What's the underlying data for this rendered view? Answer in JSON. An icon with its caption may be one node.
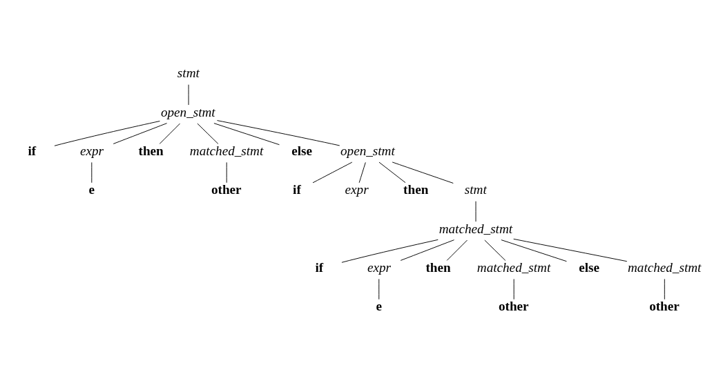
{
  "diagram": {
    "nodes": [
      {
        "text": [
          "stmt"
        ]
      },
      {
        "text": [
          "open_stmt"
        ]
      },
      {
        "text": [
          "if"
        ]
      },
      {
        "text": [
          "expr"
        ]
      },
      {
        "text": [
          "then"
        ]
      },
      {
        "text": [
          "matched_stmt"
        ]
      },
      {
        "text": [
          "else"
        ]
      },
      {
        "text": [
          "open_stmt"
        ]
      },
      {
        "text": [
          "e"
        ]
      },
      {
        "text": [
          "other"
        ]
      },
      {
        "text": [
          "if"
        ]
      },
      {
        "text": [
          "expr"
        ]
      },
      {
        "text": [
          "then"
        ]
      },
      {
        "text": [
          "stmt"
        ]
      },
      {
        "text": [
          "matched_stmt"
        ]
      },
      {
        "text": [
          "if"
        ]
      },
      {
        "text": [
          "expr"
        ]
      },
      {
        "text": [
          "then"
        ]
      },
      {
        "text": [
          "matched_stmt"
        ]
      },
      {
        "text": [
          "else"
        ]
      },
      {
        "text": [
          "matched_stmt"
        ]
      },
      {
        "text": [
          "e"
        ]
      },
      {
        "text": [
          "other"
        ]
      },
      {
        "text": [
          "other"
        ]
      }
    ],
    "edges": [
      {
        "from": 0,
        "to": 1,
        "arrow": "none"
      },
      {
        "from": 1,
        "to": 2,
        "arrow": "none"
      },
      {
        "from": 1,
        "to": 3,
        "arrow": "none"
      },
      {
        "from": 1,
        "to": 4,
        "arrow": "none"
      },
      {
        "from": 1,
        "to": 5,
        "arrow": "none"
      },
      {
        "from": 1,
        "to": 6,
        "arrow": "none"
      },
      {
        "from": 1,
        "to": 7,
        "arrow": "none"
      },
      {
        "from": 3,
        "to": 8,
        "arrow": "none"
      },
      {
        "from": 5,
        "to": 9,
        "arrow": "none"
      },
      {
        "from": 7,
        "to": 10,
        "arrow": "none"
      },
      {
        "from": 7,
        "to": 11,
        "arrow": "none"
      },
      {
        "from": 7,
        "to": 12,
        "arrow": "none"
      },
      {
        "from": 7,
        "to": 13,
        "arrow": "none"
      },
      {
        "from": 13,
        "to": 14,
        "arrow": "none"
      },
      {
        "from": 14,
        "to": 15,
        "arrow": "none"
      },
      {
        "from": 14,
        "to": 16,
        "arrow": "none"
      },
      {
        "from": 14,
        "to": 17,
        "arrow": "none"
      },
      {
        "from": 14,
        "to": 18,
        "arrow": "none"
      },
      {
        "from": 14,
        "to": 19,
        "arrow": "none"
      },
      {
        "from": 14,
        "to": 20,
        "arrow": "none"
      },
      {
        "from": 16,
        "to": 21,
        "arrow": "none"
      },
      {
        "from": 18,
        "to": 22,
        "arrow": "none"
      },
      {
        "from": 20,
        "to": 23,
        "arrow": "none"
      }
    ]
  }
}
